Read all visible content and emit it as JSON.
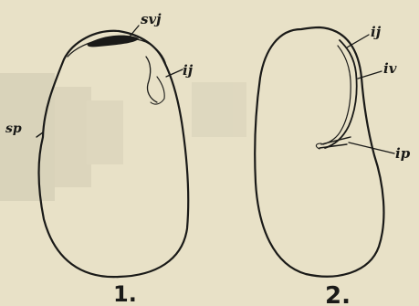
{
  "figure": {
    "seed1": {
      "number": "1.",
      "labels": {
        "svj": "svj",
        "ij": "ij",
        "sp": "sp"
      }
    },
    "seed2": {
      "number": "2.",
      "labels": {
        "ij": "ij",
        "iv": "iv",
        "ip": "ip"
      }
    }
  },
  "colors": {
    "paper": "#e8e1c7",
    "ink": "#1a1a18"
  }
}
